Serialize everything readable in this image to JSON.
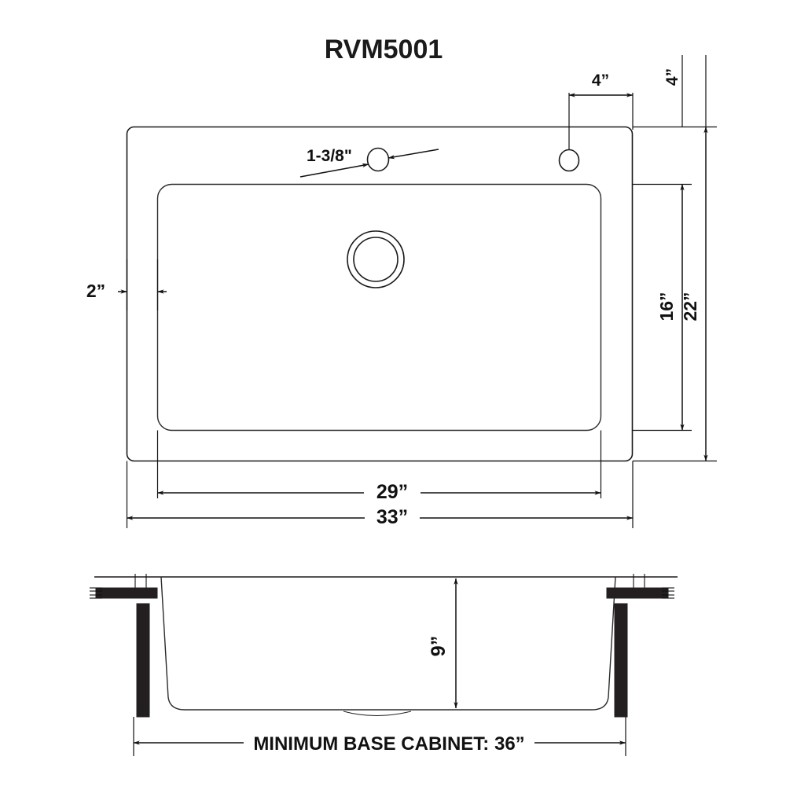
{
  "title": "RVM5001",
  "views": {
    "top": {
      "name": "top-view",
      "drain_label": "drain-opening",
      "faucet_holes": 2
    },
    "section": {
      "name": "cross-section-view",
      "caption": "MINIMUM BASE CABINET: 36”"
    }
  },
  "dimensions": {
    "faucet_hole_diameter": "1-3/8\"",
    "rim_to_hole_right": "4”",
    "rim_top_offset": "4”",
    "rim_left_offset": "2”",
    "basin_height": "16”",
    "overall_height": "22”",
    "basin_width": "29”",
    "overall_width": "33”",
    "bowl_depth": "9”",
    "min_base_cabinet": "MINIMUM BASE CABINET: 36”"
  },
  "colors": {
    "line": "#111111",
    "outline": "#1a1a1a",
    "clip": "#231f20",
    "background": "#ffffff",
    "text": "#1b1b1b"
  },
  "icons": {
    "drain": "drain-circle-icon",
    "faucet_hole": "faucet-hole-icon",
    "mounting_clip": "mounting-clip-icon",
    "arrow": "dimension-arrow-icon"
  }
}
